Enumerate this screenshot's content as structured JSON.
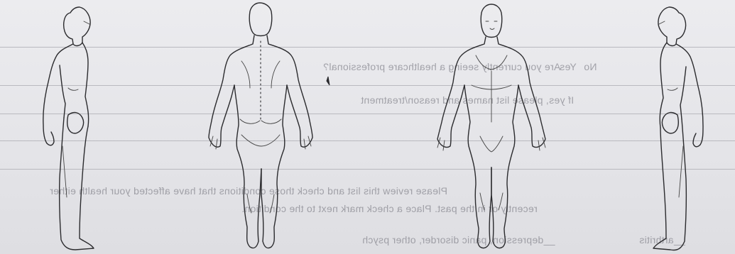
{
  "page": {
    "background": "#e7e7ea",
    "ink": "#2b2b2e",
    "bleed_ink": "#8a8a92"
  },
  "bleed_through": {
    "line_1": "Are you currently seeing a healthcare professional?",
    "yes": "Yes",
    "no": "No",
    "line_2": "If yes, please list names and reason/treatment",
    "line_3a": "Please review this list and check those conditions that have affected your health either",
    "line_3b": "recently or in the past.  Place a check mark next to the condition.",
    "item_1": "__arthritis",
    "item_2": "__depression, panic disorder, other psych"
  },
  "figures": [
    {
      "name": "left-side view",
      "icon": "body-side-left-icon"
    },
    {
      "name": "back view",
      "icon": "body-back-icon"
    },
    {
      "name": "front view",
      "icon": "body-front-icon"
    },
    {
      "name": "right-side view",
      "icon": "body-side-right-icon"
    }
  ]
}
